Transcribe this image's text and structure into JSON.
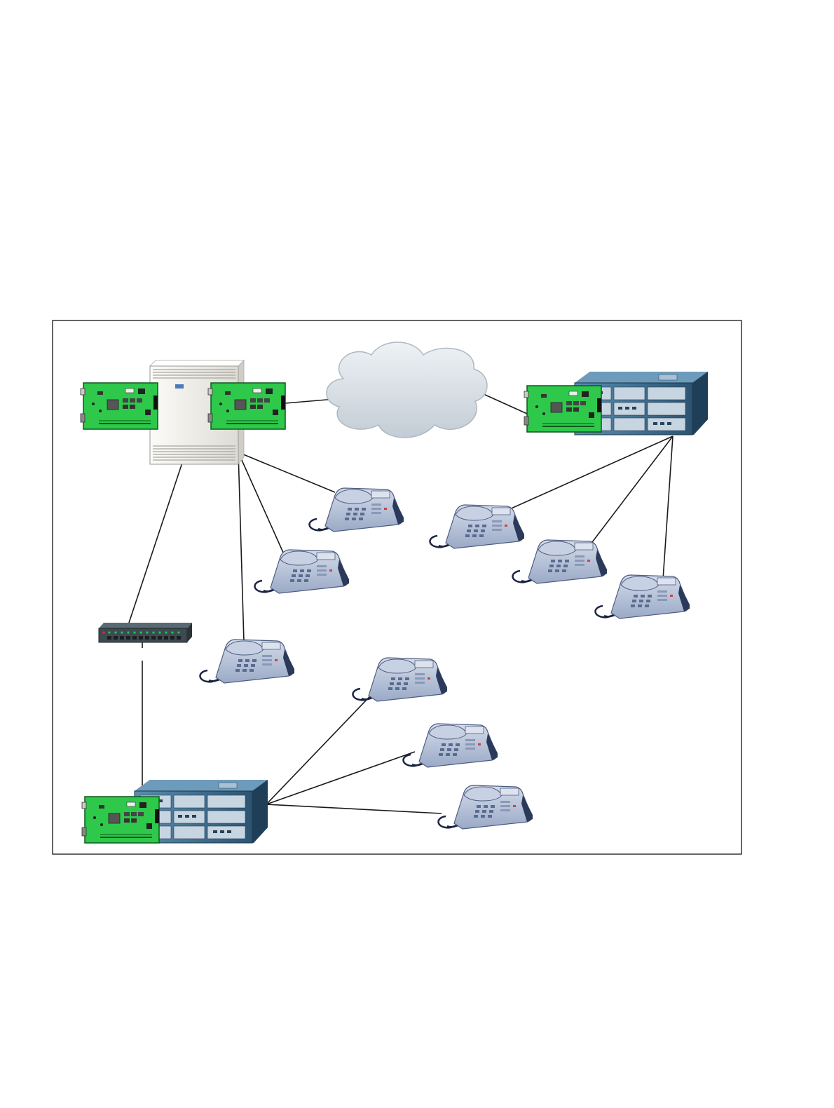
{
  "diagram": {
    "type": "network-topology",
    "colors": {
      "frame": "#000000",
      "connection": "#1a1a1a",
      "card_green": "#2ec84a",
      "cloud": "#d6dde4",
      "phone": "#b4c2da",
      "phone_dark": "#2b3a5a",
      "rack_blue": "#3c6f93",
      "cabinet_white": "#f1f1ed"
    },
    "nodes": [
      {
        "id": "pbx-cabinet",
        "icon": "pbx-cabinet-icon"
      },
      {
        "id": "card-left",
        "icon": "interface-card-icon"
      },
      {
        "id": "card-mid",
        "icon": "interface-card-icon"
      },
      {
        "id": "network-cloud",
        "icon": "cloud-icon"
      },
      {
        "id": "rack-top",
        "icon": "rack-system-icon"
      },
      {
        "id": "card-rack-top",
        "icon": "interface-card-icon"
      },
      {
        "id": "switch",
        "icon": "ethernet-switch-icon"
      },
      {
        "id": "rack-bottom",
        "icon": "rack-system-icon"
      },
      {
        "id": "card-rack-bottom",
        "icon": "interface-card-icon"
      },
      {
        "id": "phone-1",
        "icon": "telephone-icon"
      },
      {
        "id": "phone-2",
        "icon": "telephone-icon"
      },
      {
        "id": "phone-3",
        "icon": "telephone-icon"
      },
      {
        "id": "phone-4",
        "icon": "telephone-icon"
      },
      {
        "id": "phone-5",
        "icon": "telephone-icon"
      },
      {
        "id": "phone-6",
        "icon": "telephone-icon"
      },
      {
        "id": "phone-7",
        "icon": "telephone-icon"
      },
      {
        "id": "phone-8",
        "icon": "telephone-icon"
      },
      {
        "id": "phone-9",
        "icon": "telephone-icon"
      },
      {
        "id": "phone-10",
        "icon": "telephone-icon"
      }
    ],
    "edges": [
      {
        "from": "card-mid",
        "to": "network-cloud"
      },
      {
        "from": "network-cloud",
        "to": "card-rack-top"
      },
      {
        "from": "pbx-cabinet",
        "to": "phone-1"
      },
      {
        "from": "pbx-cabinet",
        "to": "phone-2"
      },
      {
        "from": "pbx-cabinet",
        "to": "phone-3"
      },
      {
        "from": "pbx-cabinet",
        "to": "switch"
      },
      {
        "from": "rack-top",
        "to": "phone-4"
      },
      {
        "from": "rack-top",
        "to": "phone-5"
      },
      {
        "from": "rack-top",
        "to": "phone-6"
      },
      {
        "from": "switch",
        "to": "rack-bottom"
      },
      {
        "from": "rack-bottom",
        "to": "phone-7"
      },
      {
        "from": "rack-bottom",
        "to": "phone-8"
      },
      {
        "from": "rack-bottom",
        "to": "phone-9"
      }
    ]
  }
}
